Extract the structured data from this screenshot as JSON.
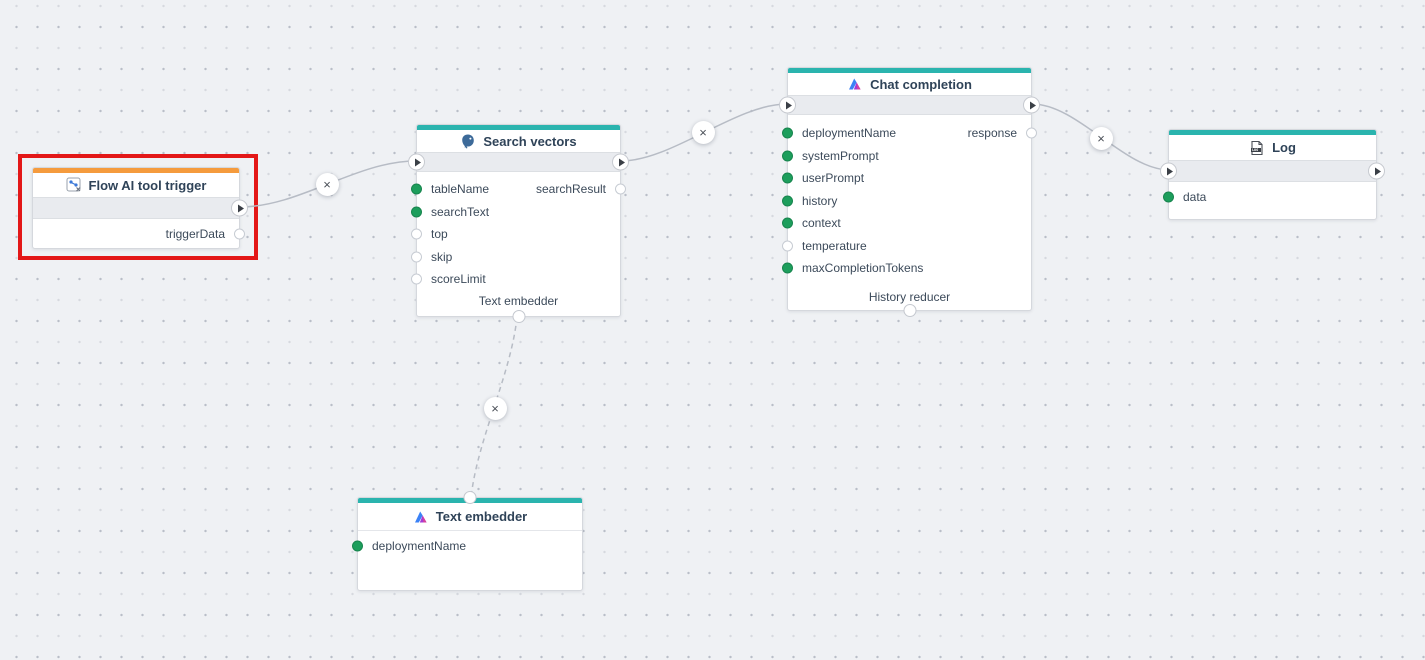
{
  "canvas": {
    "background_color": "#eff1f4",
    "grid": "dot-grid"
  },
  "colors": {
    "accent_teal": "#2ab4ae",
    "accent_orange": "#f59b3d",
    "selection_red": "#e31717",
    "port_filled_green": "#1d9e5c",
    "wire_gray": "#b7bcc5"
  },
  "icons": {
    "play_glyph": "css-triangle-right",
    "delete_glyph": "×",
    "flow_trigger_icon": "flowchart-with-x",
    "postgres_icon": "elephant",
    "azure_icon": "azure-logo",
    "log_icon": "log-file"
  },
  "nodes": [
    {
      "id": "flow-ai-tool-trigger",
      "title": "Flow AI tool trigger",
      "icon": "flow-trigger-icon",
      "accent_color": "#f59b3d",
      "selected": true,
      "inputs": [],
      "outputs": [
        {
          "name": "triggerData",
          "filled": false
        }
      ]
    },
    {
      "id": "search-vectors",
      "title": "Search vectors",
      "icon": "postgres-icon",
      "accent_color": "#2ab4ae",
      "selected": false,
      "inputs": [
        {
          "name": "tableName",
          "filled": true
        },
        {
          "name": "searchText",
          "filled": true
        },
        {
          "name": "top",
          "filled": false
        },
        {
          "name": "skip",
          "filled": false
        },
        {
          "name": "scoreLimit",
          "filled": false
        }
      ],
      "outputs": [
        {
          "name": "searchResult",
          "filled": false
        }
      ],
      "bottom_connector_label": "Text embedder"
    },
    {
      "id": "chat-completion",
      "title": "Chat completion",
      "icon": "azure-icon",
      "accent_color": "#2ab4ae",
      "selected": false,
      "inputs": [
        {
          "name": "deploymentName",
          "filled": true
        },
        {
          "name": "systemPrompt",
          "filled": true
        },
        {
          "name": "userPrompt",
          "filled": true
        },
        {
          "name": "history",
          "filled": true
        },
        {
          "name": "context",
          "filled": true
        },
        {
          "name": "temperature",
          "filled": false
        },
        {
          "name": "maxCompletionTokens",
          "filled": true
        }
      ],
      "outputs": [
        {
          "name": "response",
          "filled": false
        }
      ],
      "bottom_connector_label": "History reducer"
    },
    {
      "id": "log",
      "title": "Log",
      "icon": "log-icon",
      "accent_color": "#2ab4ae",
      "selected": false,
      "inputs": [
        {
          "name": "data",
          "filled": true
        }
      ],
      "outputs": []
    },
    {
      "id": "text-embedder",
      "title": "Text embedder",
      "icon": "azure-icon",
      "accent_color": "#2ab4ae",
      "selected": false,
      "inputs": [
        {
          "name": "deploymentName",
          "filled": true
        }
      ],
      "outputs": [],
      "top_connector": true
    }
  ],
  "connections": [
    {
      "from": "flow-ai-tool-trigger",
      "from_port": "flow-out",
      "to": "search-vectors",
      "to_port": "flow-in",
      "style": "solid",
      "delete_button": "×"
    },
    {
      "from": "search-vectors",
      "from_port": "flow-out",
      "to": "chat-completion",
      "to_port": "flow-in",
      "style": "solid",
      "delete_button": "×"
    },
    {
      "from": "chat-completion",
      "from_port": "flow-out",
      "to": "log",
      "to_port": "flow-in",
      "style": "solid",
      "delete_button": "×"
    },
    {
      "from": "search-vectors",
      "from_port": "text-embedder-connector",
      "to": "text-embedder",
      "to_port": "top-connector",
      "style": "dashed",
      "delete_button": "×"
    }
  ]
}
